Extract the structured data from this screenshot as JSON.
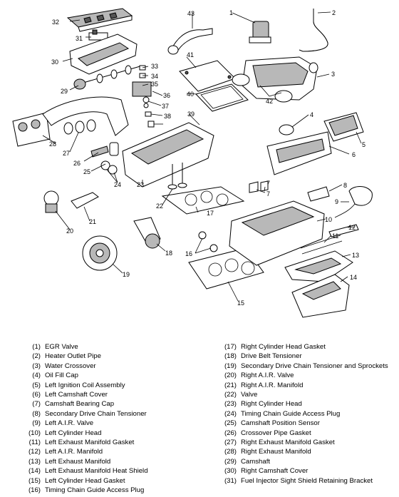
{
  "callouts": {
    "c1": "1",
    "c2": "2",
    "c3": "3",
    "c4": "4",
    "c5": "5",
    "c6": "6",
    "c7a": "7",
    "c7b": "7",
    "c8": "8",
    "c9": "9",
    "c10": "10",
    "c11": "11",
    "c12": "12",
    "c13": "13",
    "c14": "14",
    "c15": "15",
    "c16a": "16",
    "c16b": "16",
    "c17": "17",
    "c18": "18",
    "c19": "19",
    "c20": "20",
    "c21": "21",
    "c22": "22",
    "c23": "23",
    "c24a": "24",
    "c24b": "24",
    "c25": "25",
    "c26": "26",
    "c27": "27",
    "c28": "28",
    "c29": "29",
    "c30": "30",
    "c31": "31",
    "c32": "32",
    "c33": "33",
    "c34": "34",
    "c35": "35",
    "c36": "36",
    "c37": "37",
    "c38": "38",
    "c39": "39",
    "c40": "40",
    "c41": "41",
    "c42": "42",
    "c43": "43"
  },
  "legend_left": [
    {
      "num": "(1)",
      "label": "EGR Valve"
    },
    {
      "num": "(2)",
      "label": "Heater Outlet Pipe"
    },
    {
      "num": "(3)",
      "label": "Water Crossover"
    },
    {
      "num": "(4)",
      "label": "Oil Fill Cap"
    },
    {
      "num": "(5)",
      "label": "Left Ignition Coil Assembly"
    },
    {
      "num": "(6)",
      "label": "Left Camshaft Cover"
    },
    {
      "num": "(7)",
      "label": "Camshaft Bearing Cap"
    },
    {
      "num": "(8)",
      "label": "Secondary Drive Chain Tensioner"
    },
    {
      "num": "(9)",
      "label": "Left A.I.R. Valve"
    },
    {
      "num": "(10)",
      "label": "Left Cylinder Head"
    },
    {
      "num": "(11)",
      "label": "Left Exhaust Manifold Gasket"
    },
    {
      "num": "(12)",
      "label": "Left A.I.R. Manifold"
    },
    {
      "num": "(13)",
      "label": "Left Exhaust Manifold"
    },
    {
      "num": "(14)",
      "label": "Left Exhaust Manifold Heat Shield"
    },
    {
      "num": "(15)",
      "label": "Left Cylinder Head Gasket"
    },
    {
      "num": "(16)",
      "label": "Timing Chain Guide Access Plug"
    }
  ],
  "legend_right": [
    {
      "num": "(17)",
      "label": "Right Cylinder Head Gasket"
    },
    {
      "num": "(18)",
      "label": "Drive Belt Tensioner"
    },
    {
      "num": "(19)",
      "label": "Secondary Drive Chain Tensioner and Sprockets"
    },
    {
      "num": "(20)",
      "label": "Right A.I.R. Valve"
    },
    {
      "num": "(21)",
      "label": "Right A.I.R. Manifold"
    },
    {
      "num": "(22)",
      "label": "Valve"
    },
    {
      "num": "(23)",
      "label": "Right Cylinder Head"
    },
    {
      "num": "(24)",
      "label": "Timing Chain Guide Access Plug"
    },
    {
      "num": "(25)",
      "label": "Camshaft Position Sensor"
    },
    {
      "num": "(26)",
      "label": "Crossover Pipe Gasket"
    },
    {
      "num": "(27)",
      "label": "Right Exhaust Manifold Gasket"
    },
    {
      "num": "(28)",
      "label": "Right Exhaust Manifold"
    },
    {
      "num": "(29)",
      "label": "Camshaft"
    },
    {
      "num": "(30)",
      "label": "Right Camshaft Cover"
    },
    {
      "num": "(31)",
      "label": "Fuel Injector Sight Shield Retaining Bracket"
    }
  ]
}
